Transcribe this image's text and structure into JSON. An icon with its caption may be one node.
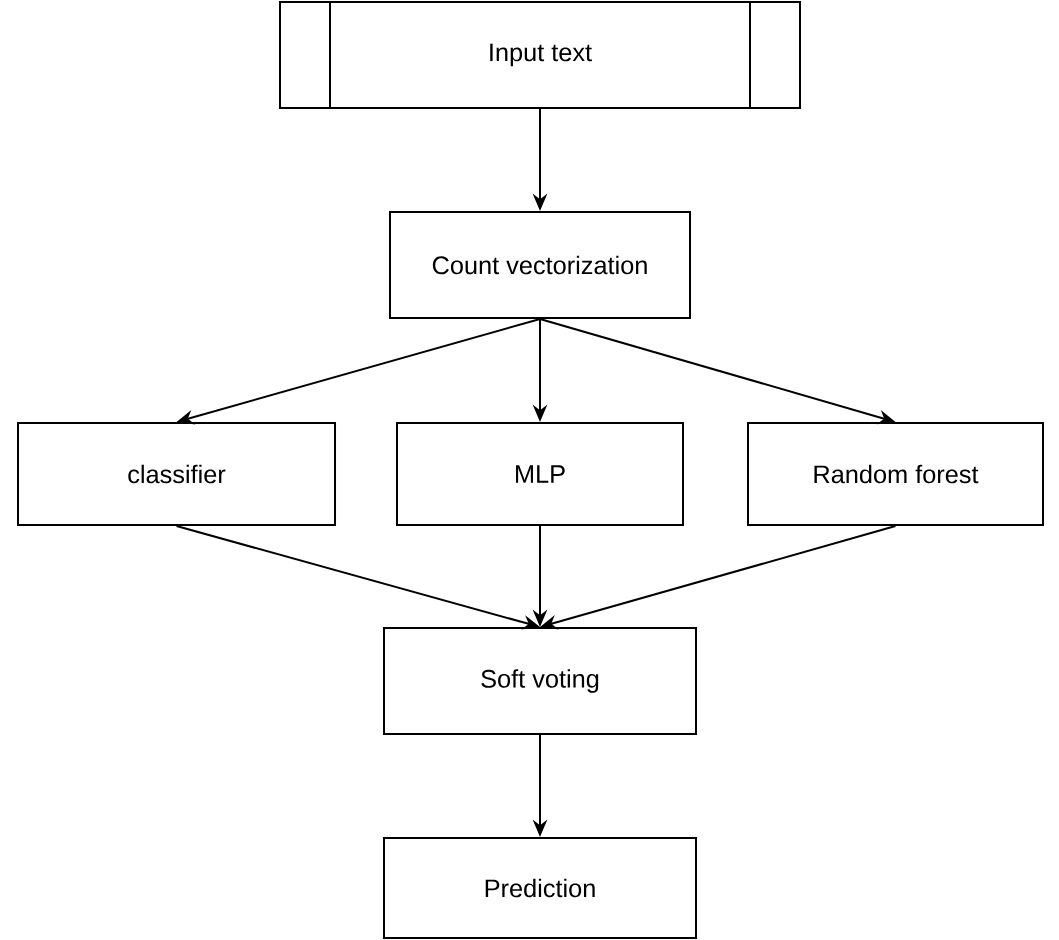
{
  "diagram": {
    "nodes": [
      {
        "text": [
          "Input text"
        ]
      },
      {
        "text": [
          "Count vectorization"
        ]
      },
      {
        "text": [
          "classifier"
        ]
      },
      {
        "text": [
          "MLP"
        ]
      },
      {
        "text": [
          "Random forest"
        ]
      },
      {
        "text": [
          "Soft voting"
        ]
      },
      {
        "text": [
          "Prediction"
        ]
      }
    ],
    "edges": [
      {
        "from": 0,
        "to": 1,
        "arrow": "to"
      },
      {
        "from": 1,
        "to": 2,
        "arrow": "to"
      },
      {
        "from": 1,
        "to": 3,
        "arrow": "to"
      },
      {
        "from": 1,
        "to": 4,
        "arrow": "to"
      },
      {
        "from": 2,
        "to": 5,
        "arrow": "to"
      },
      {
        "from": 3,
        "to": 5,
        "arrow": "to"
      },
      {
        "from": 4,
        "to": 5,
        "arrow": "to"
      },
      {
        "from": 5,
        "to": 6,
        "arrow": "to"
      }
    ]
  }
}
